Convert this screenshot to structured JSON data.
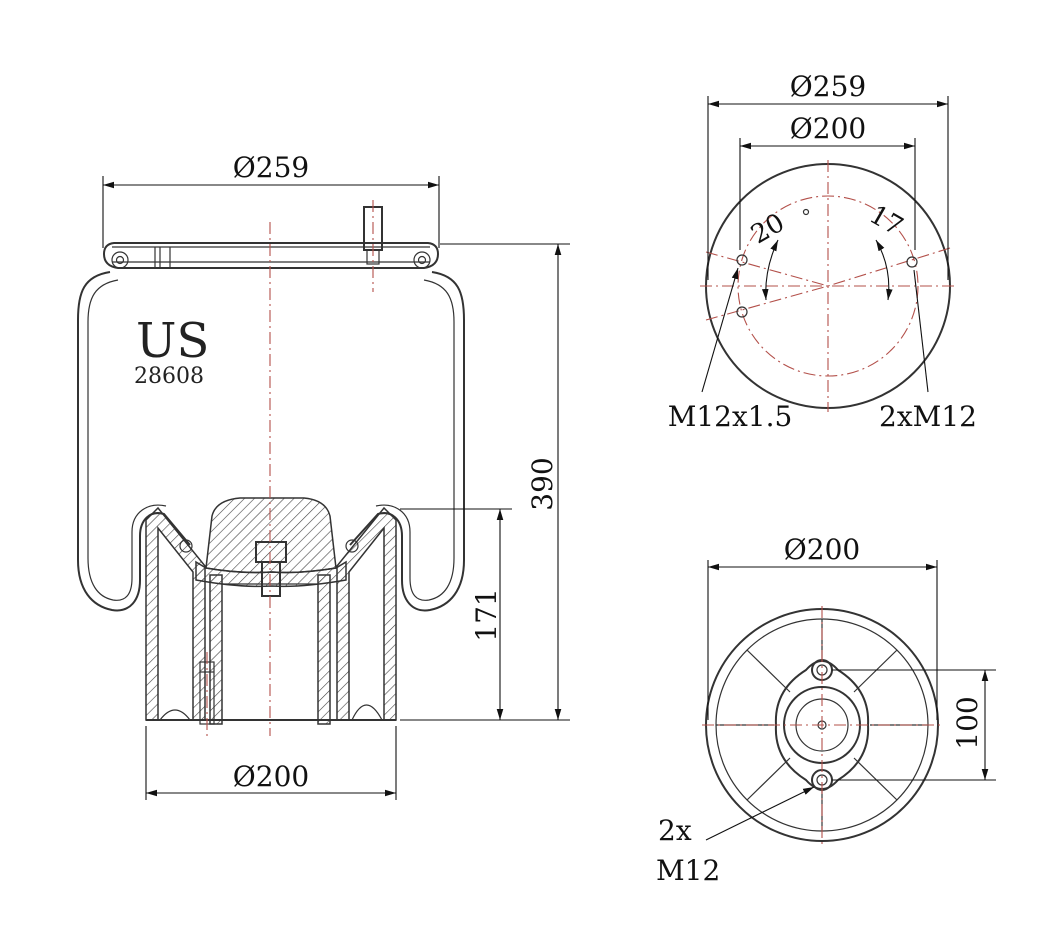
{
  "brand": {
    "logo": "US",
    "part_number": "28608"
  },
  "side_view": {
    "top_diameter": "Ø259",
    "bottom_diameter": "Ø200",
    "total_height": "390",
    "piston_height": "171"
  },
  "top_view": {
    "outer_diameter": "Ø259",
    "bolt_circle": "Ø200",
    "angle_left": "20",
    "angle_right": "17",
    "thread_left": "M12x1.5",
    "thread_right": "2xM12"
  },
  "bottom_view": {
    "diameter": "Ø200",
    "hole_spacing": "100",
    "thread_count": "2x",
    "thread": "M12"
  },
  "colors": {
    "line": "#333333",
    "centerline": "#b3504a",
    "background": "#ffffff"
  }
}
